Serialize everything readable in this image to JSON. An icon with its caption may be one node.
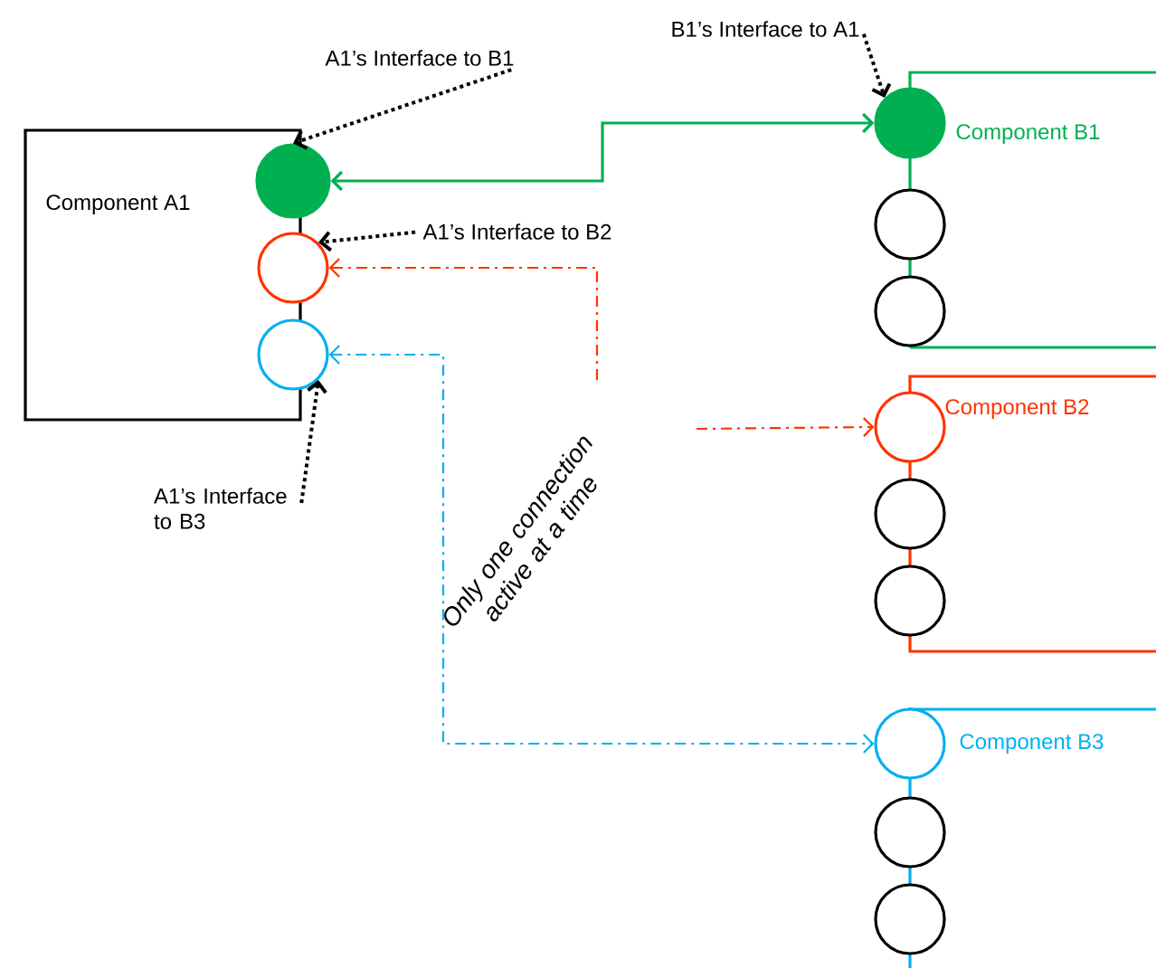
{
  "diagram": {
    "nodes": [
      {
        "text": [
          "Component A1"
        ]
      },
      {
        "text": [],
        "shape": "circle"
      },
      {
        "text": [],
        "shape": "circle"
      },
      {
        "text": [],
        "shape": "circle"
      },
      {
        "text": [
          "Component B1"
        ]
      },
      {
        "text": [],
        "shape": "circle"
      },
      {
        "text": [],
        "shape": "circle"
      },
      {
        "text": [],
        "shape": "circle"
      },
      {
        "text": [
          "Component B2"
        ]
      },
      {
        "text": [],
        "shape": "circle"
      },
      {
        "text": [],
        "shape": "circle"
      },
      {
        "text": [],
        "shape": "circle"
      },
      {
        "text": [
          "Component B3"
        ]
      },
      {
        "text": [],
        "shape": "circle"
      },
      {
        "text": [],
        "shape": "circle"
      },
      {
        "text": [],
        "shape": "circle"
      },
      {
        "text": [
          "A1’s Interface to B1"
        ]
      },
      {
        "text": [
          "A1’s Interface to B2"
        ]
      },
      {
        "text": [
          "A1’s Interface to B3"
        ]
      },
      {
        "text": [
          "B1’s Interface to A1"
        ]
      }
    ],
    "edges": [
      {
        "from": 16,
        "to": 1,
        "arrow": "to",
        "style": "dashed"
      },
      {
        "from": 19,
        "to": 5,
        "arrow": "to",
        "style": "dashed"
      },
      {
        "from": 17,
        "to": 2,
        "arrow": "to",
        "style": "dashed"
      },
      {
        "from": 18,
        "to": 3,
        "arrow": "to",
        "style": "dashed"
      },
      {
        "from": 1,
        "to": 5,
        "arrow": "both",
        "color": "#00b050"
      },
      {
        "from": null,
        "to": 2,
        "arrow": "to",
        "style": "dashed",
        "color": "#ff3300"
      },
      {
        "from": null,
        "to": 9,
        "arrow": "to",
        "style": "dashed",
        "color": "#ff3300"
      },
      {
        "from": 3,
        "to": 13,
        "arrow": "both",
        "style": "dashed",
        "color": "#00b0f0"
      }
    ],
    "labels": [
      "Only one connection active at a time"
    ]
  }
}
